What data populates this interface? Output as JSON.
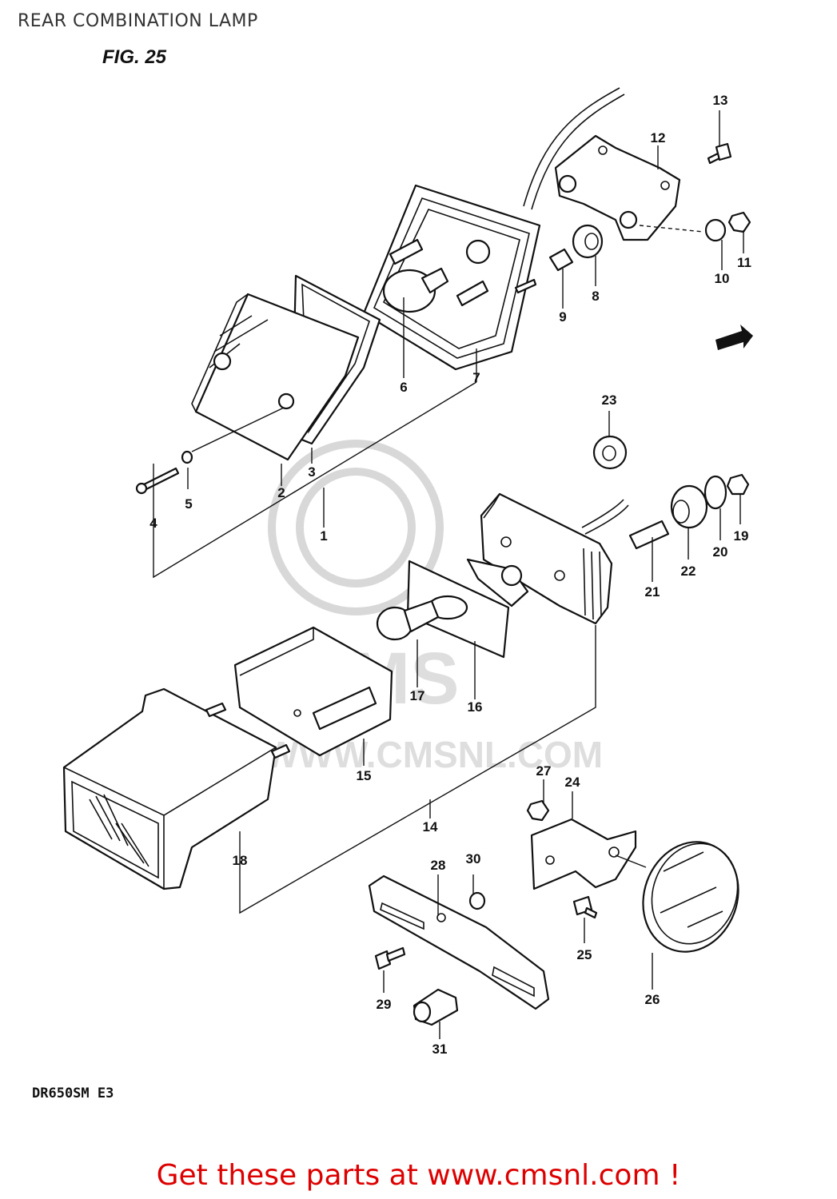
{
  "header": {
    "title": "REAR COMBINATION LAMP",
    "figure": "FIG. 25"
  },
  "footer": {
    "model_code": "DR650SM E3",
    "promo_text": "Get these parts at www.cmsnl.com !"
  },
  "watermark": {
    "brand": "CMS",
    "url": "WWW.CMSNL.COM"
  },
  "colors": {
    "promo": "#dd0000",
    "line": "#111111",
    "watermark": "#dedede"
  },
  "part_labels": [
    "1",
    "2",
    "3",
    "4",
    "5",
    "6",
    "7",
    "8",
    "9",
    "10",
    "11",
    "12",
    "13",
    "14",
    "15",
    "16",
    "17",
    "18",
    "19",
    "20",
    "21",
    "22",
    "23",
    "24",
    "25",
    "26",
    "27",
    "28",
    "29",
    "30",
    "31"
  ]
}
